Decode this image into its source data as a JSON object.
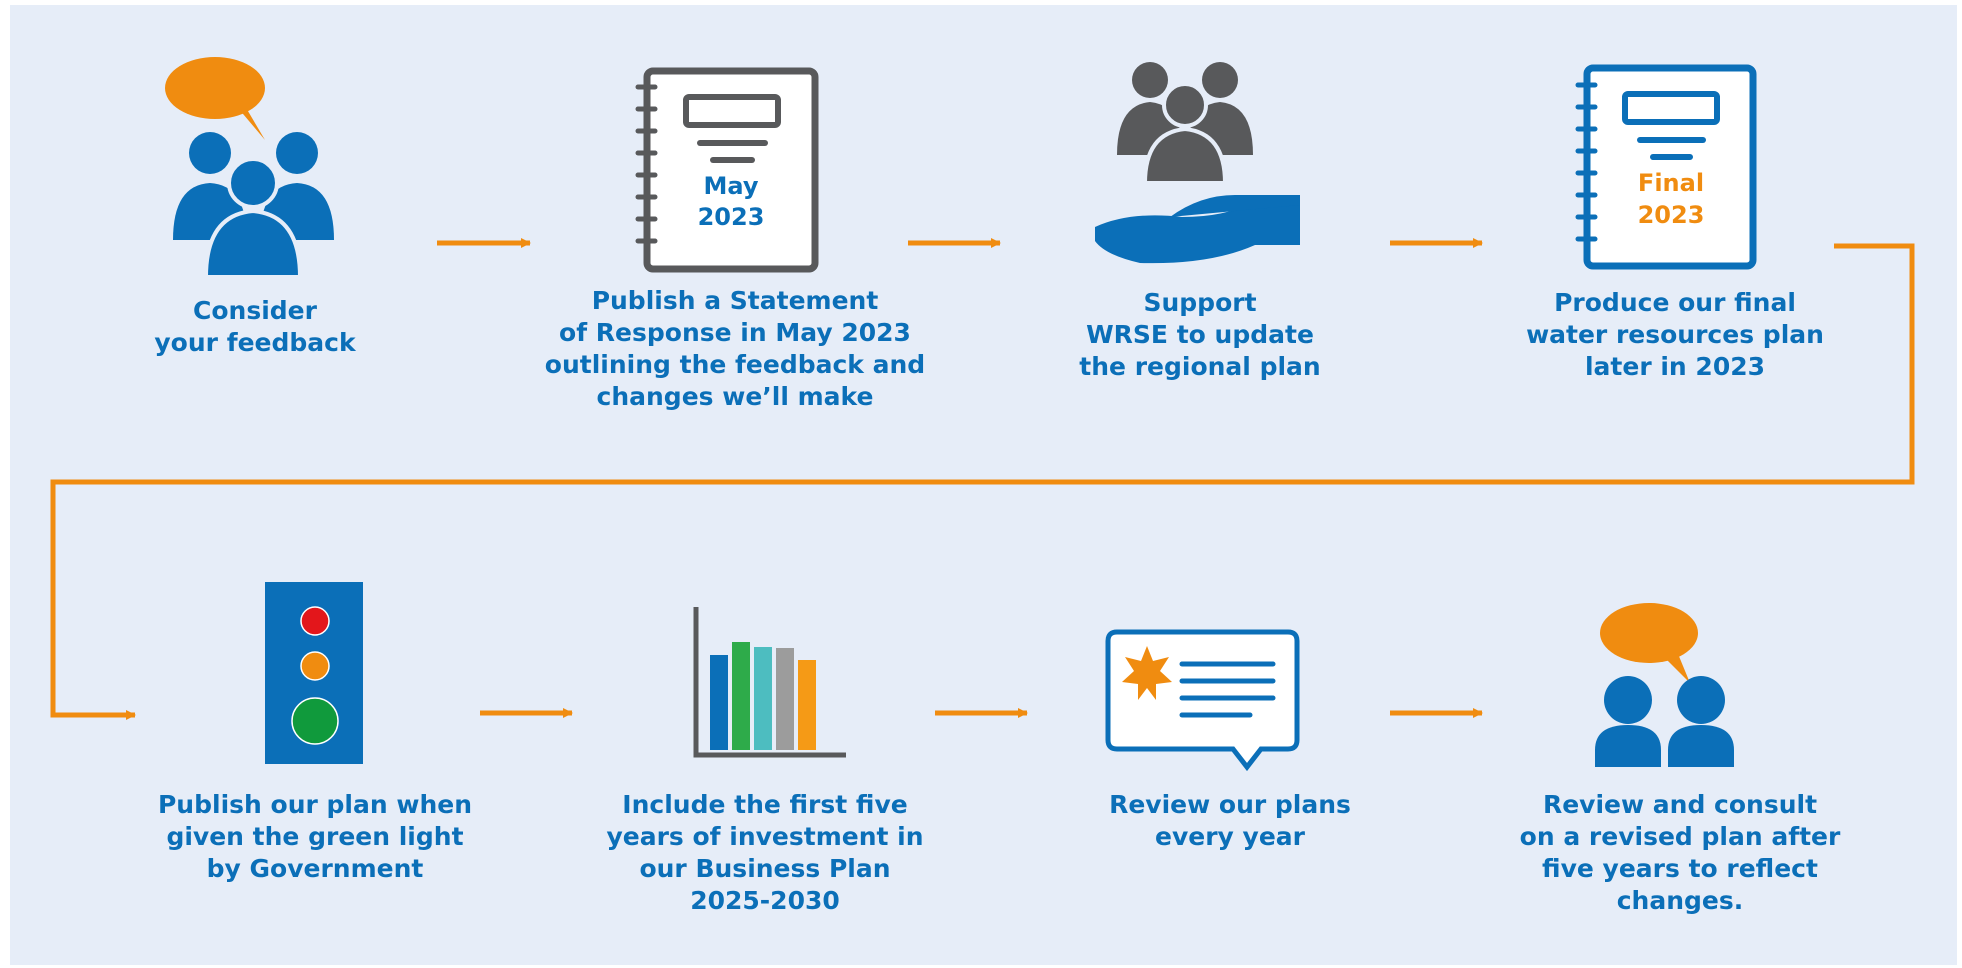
{
  "colors": {
    "background": "#e6edf8",
    "primary_blue": "#0b6fb8",
    "accent_orange": "#f08c10",
    "grey": "#58595b",
    "red_light": "#e3161b",
    "amber_light": "#f08c10",
    "green_light": "#109a3c",
    "bar_colors": [
      "#0b6fb8",
      "#2eab4a",
      "#4dbdc0",
      "#9c9c9c",
      "#f59a16"
    ]
  },
  "steps": [
    {
      "id": "consider-feedback",
      "icon": "people-speech-icon",
      "label": "Consider\nyour feedback"
    },
    {
      "id": "statement-of-response",
      "icon": "notebook-may-icon",
      "label": "Publish a Statement\nof Response in May 2023\noutlining the feedback and\nchanges we’ll  make",
      "notebook_line1": "May",
      "notebook_line2": "2023"
    },
    {
      "id": "support-wrse",
      "icon": "hand-holding-group-icon",
      "label": "Support\nWRSE to update\nthe regional plan"
    },
    {
      "id": "final-plan",
      "icon": "notebook-final-icon",
      "label": "Produce our final\nwater resources plan\nlater in 2023",
      "notebook_line1": "Final",
      "notebook_line2": "2023"
    },
    {
      "id": "publish-plan",
      "icon": "traffic-light-icon",
      "label": "Publish our plan when\ngiven the green light\nby Government"
    },
    {
      "id": "business-plan",
      "icon": "bar-chart-icon",
      "label": "Include the first five\nyears of investment in\nour Business Plan\n2025-2030"
    },
    {
      "id": "review-plans",
      "icon": "speech-bubble-star-icon",
      "label": "Review our plans\nevery year"
    },
    {
      "id": "revised-plan",
      "icon": "two-people-speech-icon",
      "label": "Review and consult\non a revised plan after\nfive years to reflect\nchanges."
    }
  ],
  "flow": {
    "connectors": [
      "arrow-right",
      "arrow-right",
      "arrow-right",
      "wrap-to-next-row",
      "arrow-right",
      "arrow-right",
      "arrow-right"
    ]
  }
}
